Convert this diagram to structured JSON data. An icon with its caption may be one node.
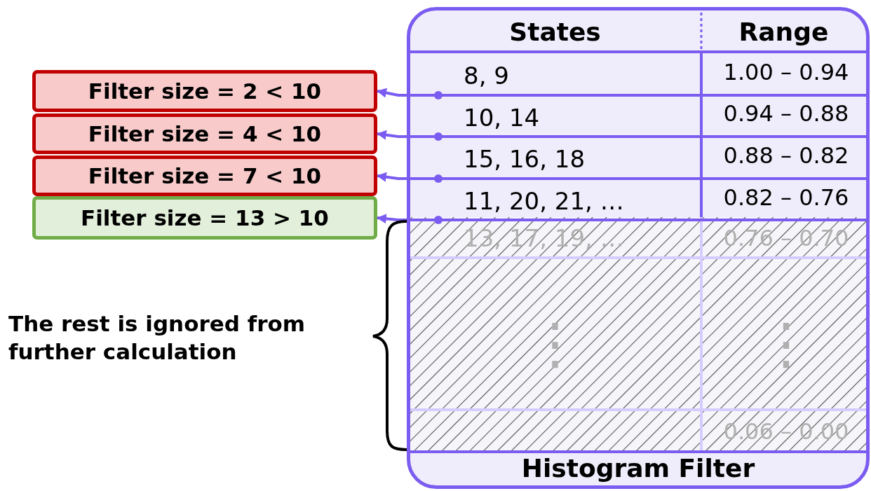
{
  "diagram": {
    "nodes": [
      {
        "text": [
          "Histogram Filter"
        ]
      },
      {
        "text": [
          "8, 9"
        ],
        "in": 0
      },
      {
        "text": [
          "10, 14"
        ],
        "in": 0
      },
      {
        "text": [
          "15, 16, 18"
        ],
        "in": 0
      },
      {
        "text": [
          "11, 20, 21, …"
        ],
        "in": 0
      },
      {
        "text": [
          "Filter size = 2 < 10"
        ]
      },
      {
        "text": [
          "Filter size = 4 < 10"
        ]
      },
      {
        "text": [
          "Filter size = 7 < 10"
        ]
      },
      {
        "text": [
          "Filter size = 13 > 10"
        ]
      }
    ],
    "edges": [
      {
        "from": 1,
        "to": 5,
        "arrow": "to"
      },
      {
        "from": 2,
        "to": 6,
        "arrow": "to"
      },
      {
        "from": 3,
        "to": 7,
        "arrow": "to"
      },
      {
        "from": 4,
        "to": 8,
        "arrow": "to"
      }
    ],
    "labels": [
      "States",
      "Range",
      "1.00 – 0.94",
      "0.94 – 0.88",
      "0.88 – 0.82",
      "0.82 – 0.76",
      "13, 17, 19, …",
      "0.76 – 0.70",
      "⋮",
      "⋮",
      "0.06 – 0.00",
      "The rest is ignored from further calculation"
    ]
  }
}
